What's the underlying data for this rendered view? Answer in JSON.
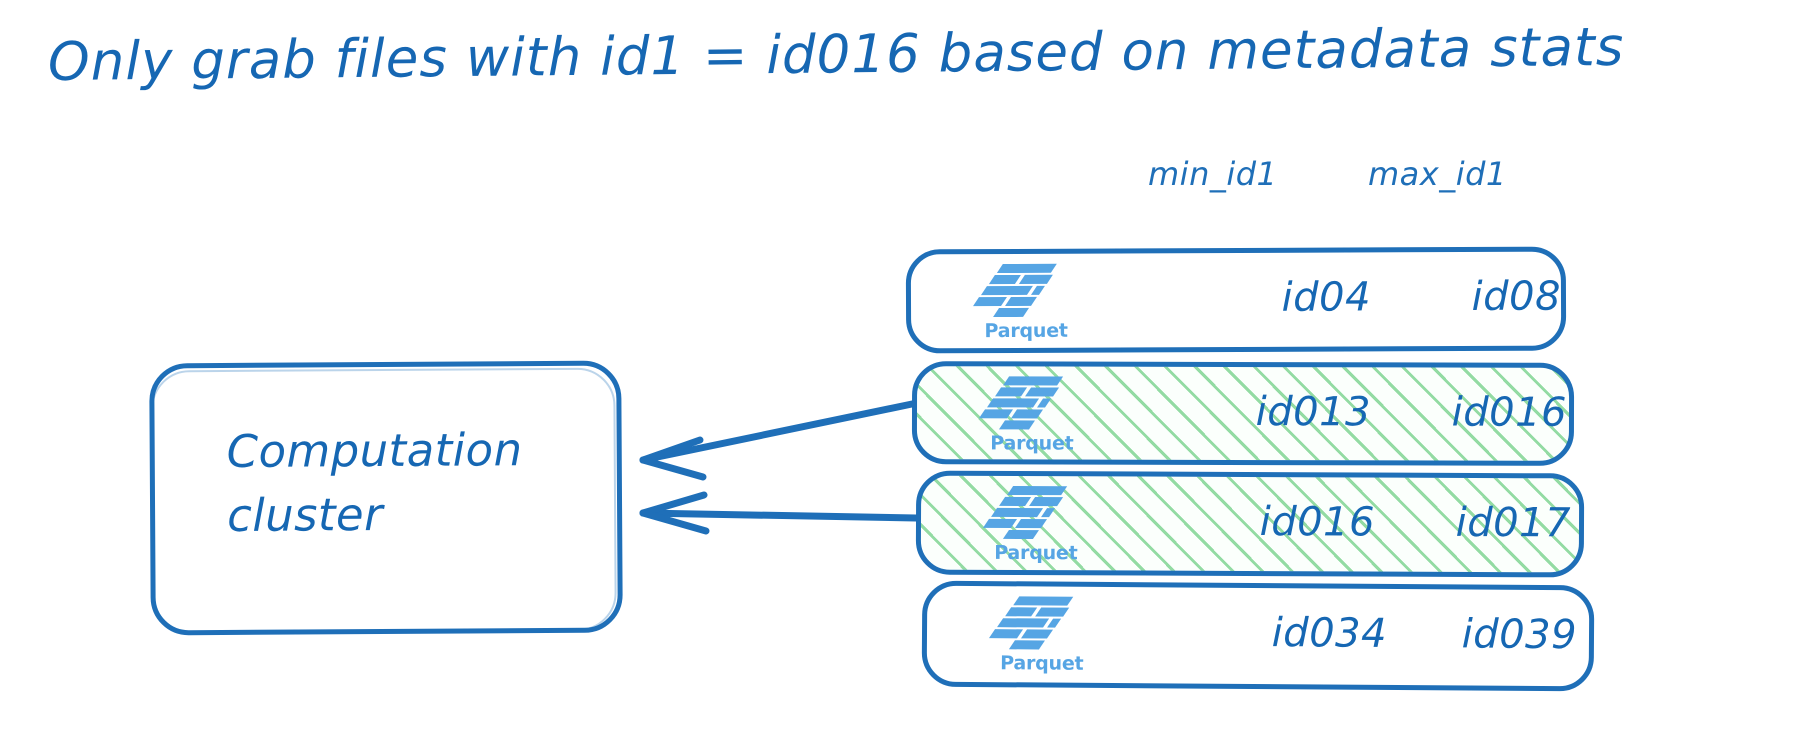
{
  "title": "Only grab files with id1 = id016 based on metadata stats",
  "colors": {
    "ink_blue": "#1667b3",
    "stroke_blue": "#1f6fb8",
    "parquet_blue": "#56a5e4",
    "highlight_green": "#93dba3",
    "background": "#ffffff"
  },
  "cluster": {
    "label": "Computation cluster"
  },
  "table": {
    "headers": {
      "min": "min_id1",
      "max": "max_id1"
    },
    "rows": [
      {
        "icon": "parquet-logo",
        "file_label": "Parquet",
        "min_id1": "id04",
        "max_id1": "id08",
        "selected": false
      },
      {
        "icon": "parquet-logo",
        "file_label": "Parquet",
        "min_id1": "id013",
        "max_id1": "id016",
        "selected": true
      },
      {
        "icon": "parquet-logo",
        "file_label": "Parquet",
        "min_id1": "id016",
        "max_id1": "id017",
        "selected": true
      },
      {
        "icon": "parquet-logo",
        "file_label": "Parquet",
        "min_id1": "id034",
        "max_id1": "id039",
        "selected": false
      }
    ]
  },
  "arrows": [
    {
      "from_row": 1,
      "to": "computation-cluster",
      "direction": "left"
    },
    {
      "from_row": 2,
      "to": "computation-cluster",
      "direction": "left"
    }
  ]
}
